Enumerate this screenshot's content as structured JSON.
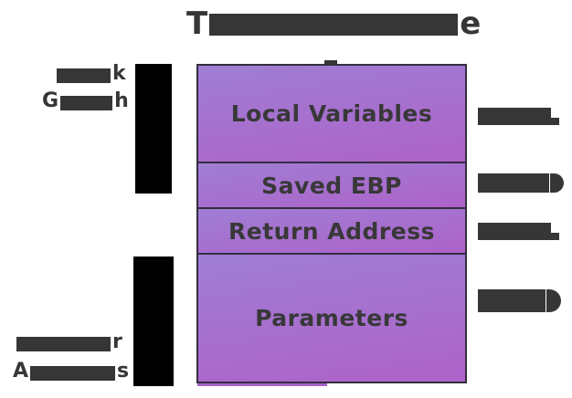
{
  "colors": {
    "text_dark": "#363636",
    "redaction_black": "#000000",
    "box_border": "#332e3e",
    "purple_gradient_top": "#9f7ed4",
    "purple_gradient_bottom": "#ae62c9",
    "background": "#ffffff"
  },
  "title": {
    "redacted": true,
    "visible_prefix": "T",
    "visible_suffix": "e"
  },
  "left_labels": {
    "stack_growth": {
      "redacted": true,
      "line1_suffix": "k",
      "line2_prefix": "G",
      "line2_suffix": "h"
    },
    "higher_addresses": {
      "redacted": true,
      "line1_suffix": "r",
      "line2_prefix": "A",
      "line2_suffix": "s"
    }
  },
  "stack": {
    "sections": [
      {
        "label": "Local Variables"
      },
      {
        "label": "Saved EBP"
      },
      {
        "label": "Return Address"
      },
      {
        "label": "Parameters"
      }
    ]
  },
  "right_labels": [
    {
      "redacted": true
    },
    {
      "redacted": true
    },
    {
      "redacted": true
    },
    {
      "redacted": true
    }
  ]
}
